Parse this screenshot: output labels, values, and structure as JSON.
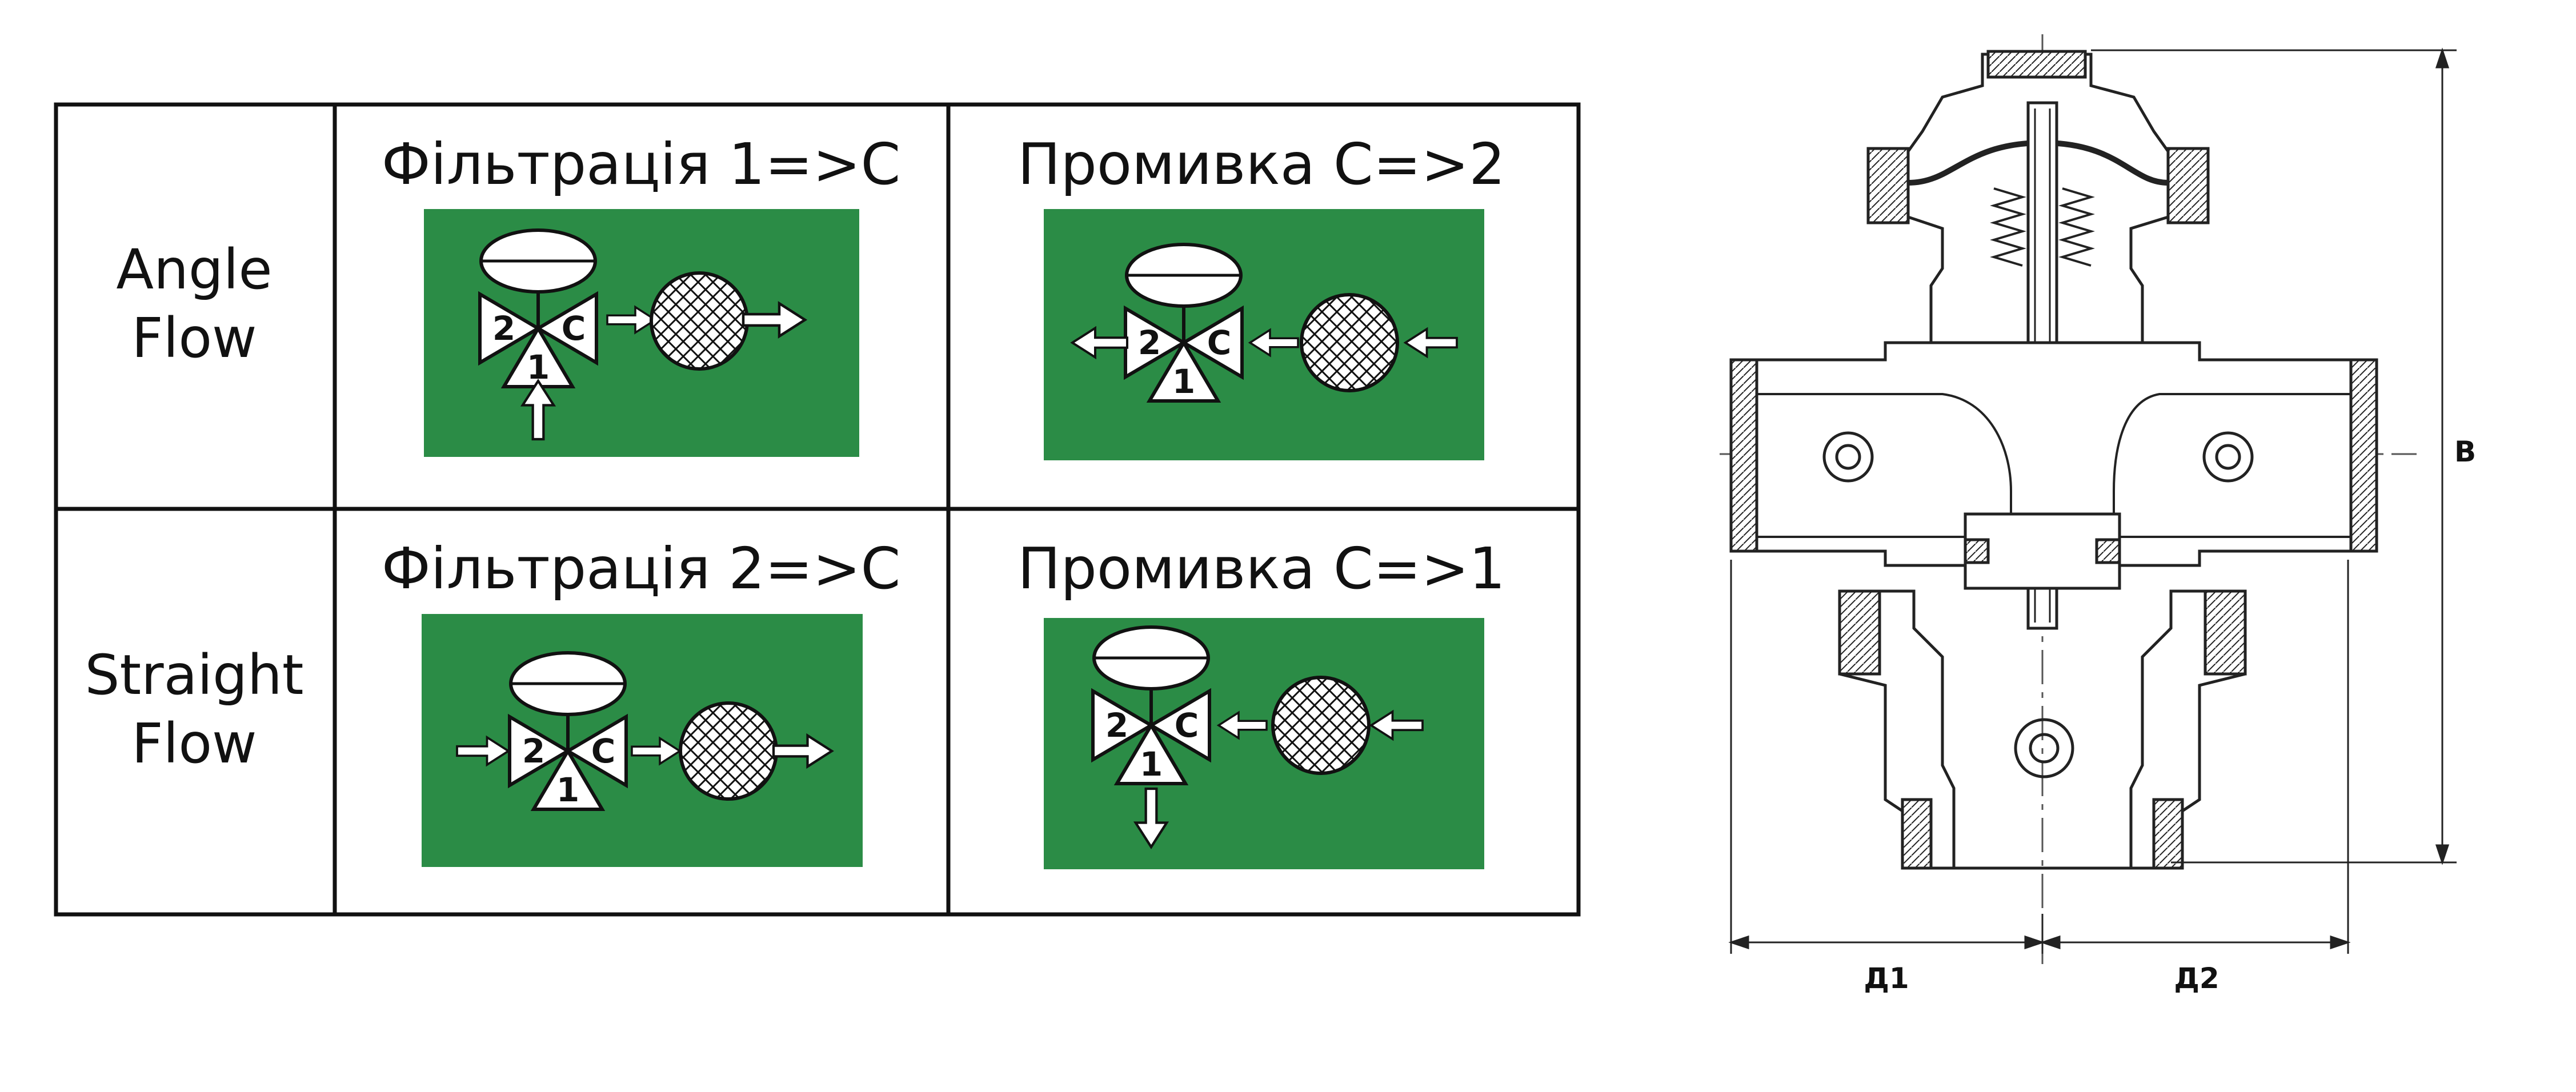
{
  "table": {
    "rows": [
      {
        "label_line1": "Angle",
        "label_line2": "Flow",
        "left_title": "Фільтрація 1=>C",
        "right_title": "Промивка C=>2"
      },
      {
        "label_line1": "Straight",
        "label_line2": "Flow",
        "left_title": "Фільтрація 2=>C",
        "right_title": "Промивка C=>1"
      }
    ],
    "ports": {
      "one": "1",
      "two": "2",
      "c": "C"
    },
    "colors": {
      "panel": "#2b8c46",
      "border": "#111111"
    }
  },
  "drawing": {
    "dim_d1": "Д1",
    "dim_d2": "Д2",
    "dim_b": "B"
  }
}
